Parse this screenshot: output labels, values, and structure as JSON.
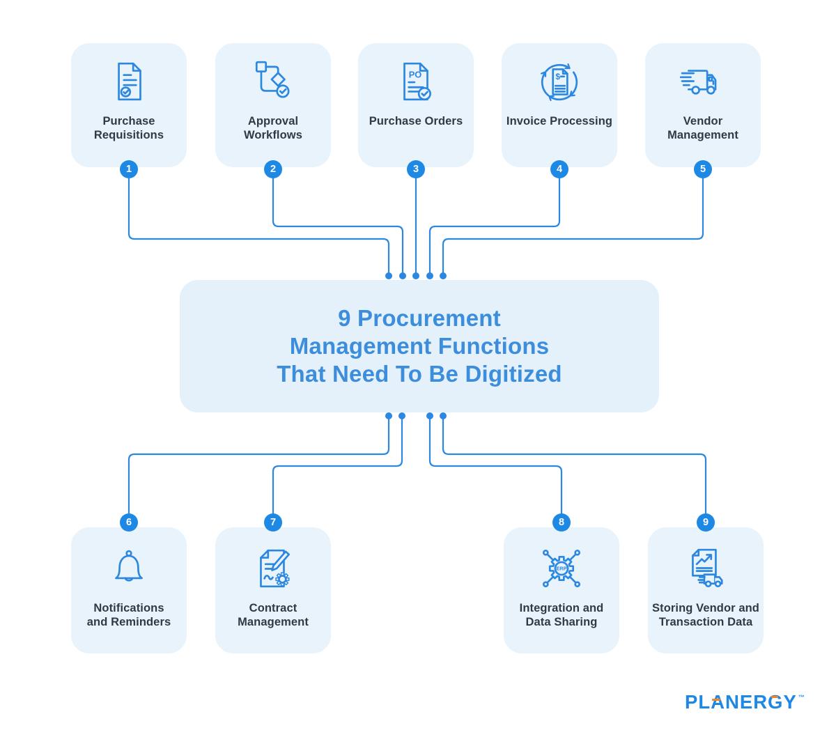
{
  "title": {
    "text": "9 Procurement\nManagement Functions\nThat Need To Be Digitized"
  },
  "cards": [
    {
      "number": "1",
      "label": "Purchase\nRequisitions",
      "icon": "document-check"
    },
    {
      "number": "2",
      "label": "Approval\nWorkflows",
      "icon": "workflow-check"
    },
    {
      "number": "3",
      "label": "Purchase Orders",
      "icon": "po-document"
    },
    {
      "number": "4",
      "label": "Invoice Processing",
      "icon": "invoice-cycle"
    },
    {
      "number": "5",
      "label": "Vendor\nManagement",
      "icon": "delivery-truck"
    },
    {
      "number": "6",
      "label": "Notifications\nand Reminders",
      "icon": "notification-bell"
    },
    {
      "number": "7",
      "label": "Contract\nManagement",
      "icon": "contract-pen-gear"
    },
    {
      "number": "8",
      "label": "Integration and\nData Sharing",
      "icon": "erp-gear-network"
    },
    {
      "number": "9",
      "label": "Storing Vendor and\nTransaction Data",
      "icon": "document-chart-truck"
    }
  ],
  "icon_texts": {
    "po": "PO",
    "dollar": "$",
    "erp": "ERP"
  },
  "logo": {
    "text": "PLANERGY",
    "tm": "™"
  },
  "colors": {
    "accent_blue": "#2B87E0",
    "badge_blue": "#1E88E5",
    "card_background": "#E8F3FB",
    "center_box_background": "#E4F0FA",
    "title_blue": "#3C8EDD",
    "label_text": "#2F3A45",
    "logo_blue": "#1E88E5",
    "logo_orange": "#F5831F",
    "page_background": "#FFFFFF"
  }
}
